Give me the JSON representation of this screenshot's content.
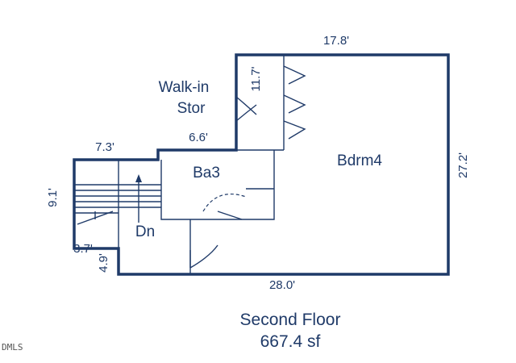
{
  "floor_plan": {
    "title": "Second Floor",
    "area": "667.4 sf",
    "watermark": "DMLS",
    "wall_color": "#1f3a68",
    "rooms": {
      "bedroom": "Bdrm4",
      "bath": "Ba3",
      "storage_line1": "Walk-in",
      "storage_line2": "Stor",
      "stairs": "Dn"
    },
    "dimensions": {
      "top_width": "17.8'",
      "right_height": "27.2'",
      "bottom_width": "28.0'",
      "storage_depth": "11.7'",
      "bath_top": "6.6'",
      "stair_top": "7.3'",
      "stair_left": "9.1'",
      "landing_width": "3.7'",
      "landing_height": "4.9'"
    }
  }
}
